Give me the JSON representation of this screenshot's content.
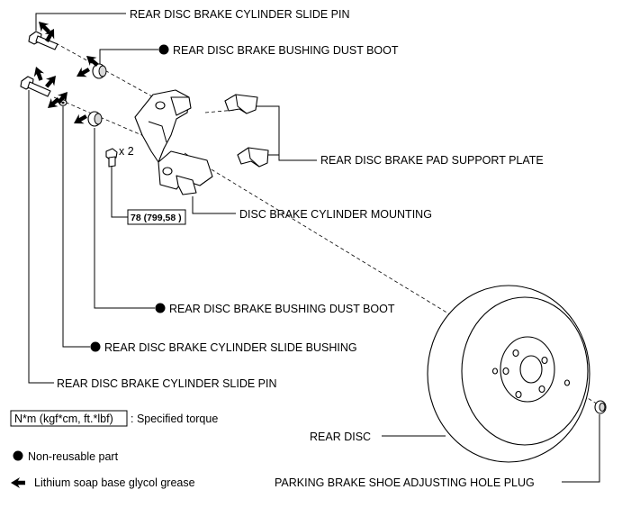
{
  "labels": {
    "slide_pin_top": "REAR DISC BRAKE CYLINDER SLIDE PIN",
    "dust_boot_top": "REAR DISC BRAKE BUSHING DUST BOOT",
    "pad_support_plate": "REAR DISC BRAKE PAD SUPPORT PLATE",
    "cylinder_mounting": "DISC BRAKE CYLINDER MOUNTING",
    "dust_boot_lower": "REAR DISC BRAKE BUSHING DUST BOOT",
    "slide_bushing": "REAR DISC BRAKE CYLINDER SLIDE BUSHING",
    "slide_pin_lower": "REAR DISC BRAKE CYLINDER SLIDE PIN",
    "rear_disc": "REAR DISC",
    "hole_plug": "PARKING BRAKE SHOE ADJUSTING HOLE PLUG"
  },
  "torque": {
    "value": "78 (799,58 )",
    "multiplier": "x 2"
  },
  "legend": {
    "torque_box": "N*m (kgf*cm, ft.*lbf)",
    "torque_text": ": Specified torque",
    "non_reusable": "Non-reusable part",
    "grease": "Lithium soap base glycol grease"
  },
  "icons": {
    "non_reusable": "filled-circle-icon",
    "grease": "grease-arrow-icon"
  }
}
